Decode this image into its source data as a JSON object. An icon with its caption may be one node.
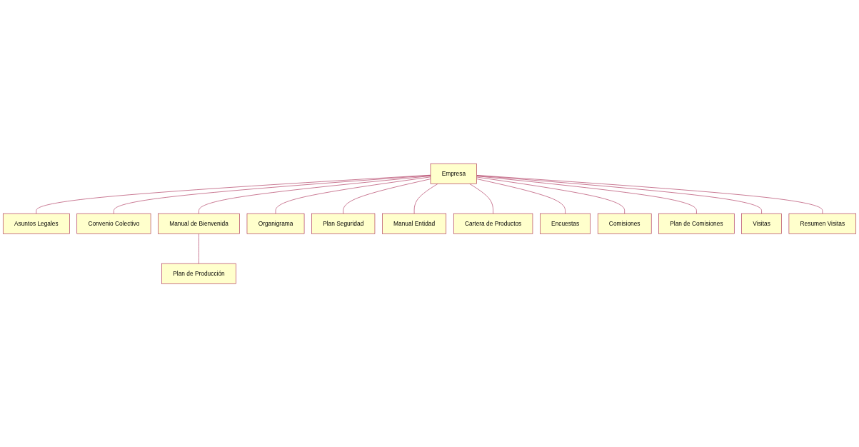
{
  "diagram": {
    "nodes": [
      {
        "text": [
          "Empresa"
        ]
      },
      {
        "text": [
          "Asuntos Legales"
        ]
      },
      {
        "text": [
          "Convenio Colectivo"
        ]
      },
      {
        "text": [
          "Manual de Bienvenida"
        ]
      },
      {
        "text": [
          "Organigrama"
        ]
      },
      {
        "text": [
          "Plan Seguridad"
        ]
      },
      {
        "text": [
          "Manual Entidad"
        ]
      },
      {
        "text": [
          "Cartera de Productos"
        ]
      },
      {
        "text": [
          "Encuestas"
        ]
      },
      {
        "text": [
          "Comisiones"
        ]
      },
      {
        "text": [
          "Plan de Comisiones"
        ]
      },
      {
        "text": [
          "Visitas"
        ]
      },
      {
        "text": [
          "Resumen Visitas"
        ]
      },
      {
        "text": [
          "Plan de Producción"
        ]
      }
    ],
    "edges": [
      {
        "from": 0,
        "to": 1,
        "arrow": "none"
      },
      {
        "from": 0,
        "to": 2,
        "arrow": "none"
      },
      {
        "from": 0,
        "to": 3,
        "arrow": "none"
      },
      {
        "from": 0,
        "to": 4,
        "arrow": "none"
      },
      {
        "from": 0,
        "to": 5,
        "arrow": "none"
      },
      {
        "from": 0,
        "to": 6,
        "arrow": "none"
      },
      {
        "from": 0,
        "to": 7,
        "arrow": "none"
      },
      {
        "from": 0,
        "to": 8,
        "arrow": "none"
      },
      {
        "from": 0,
        "to": 9,
        "arrow": "none"
      },
      {
        "from": 0,
        "to": 10,
        "arrow": "none"
      },
      {
        "from": 0,
        "to": 11,
        "arrow": "none"
      },
      {
        "from": 0,
        "to": 12,
        "arrow": "none"
      },
      {
        "from": 3,
        "to": 13,
        "arrow": "none"
      }
    ]
  }
}
